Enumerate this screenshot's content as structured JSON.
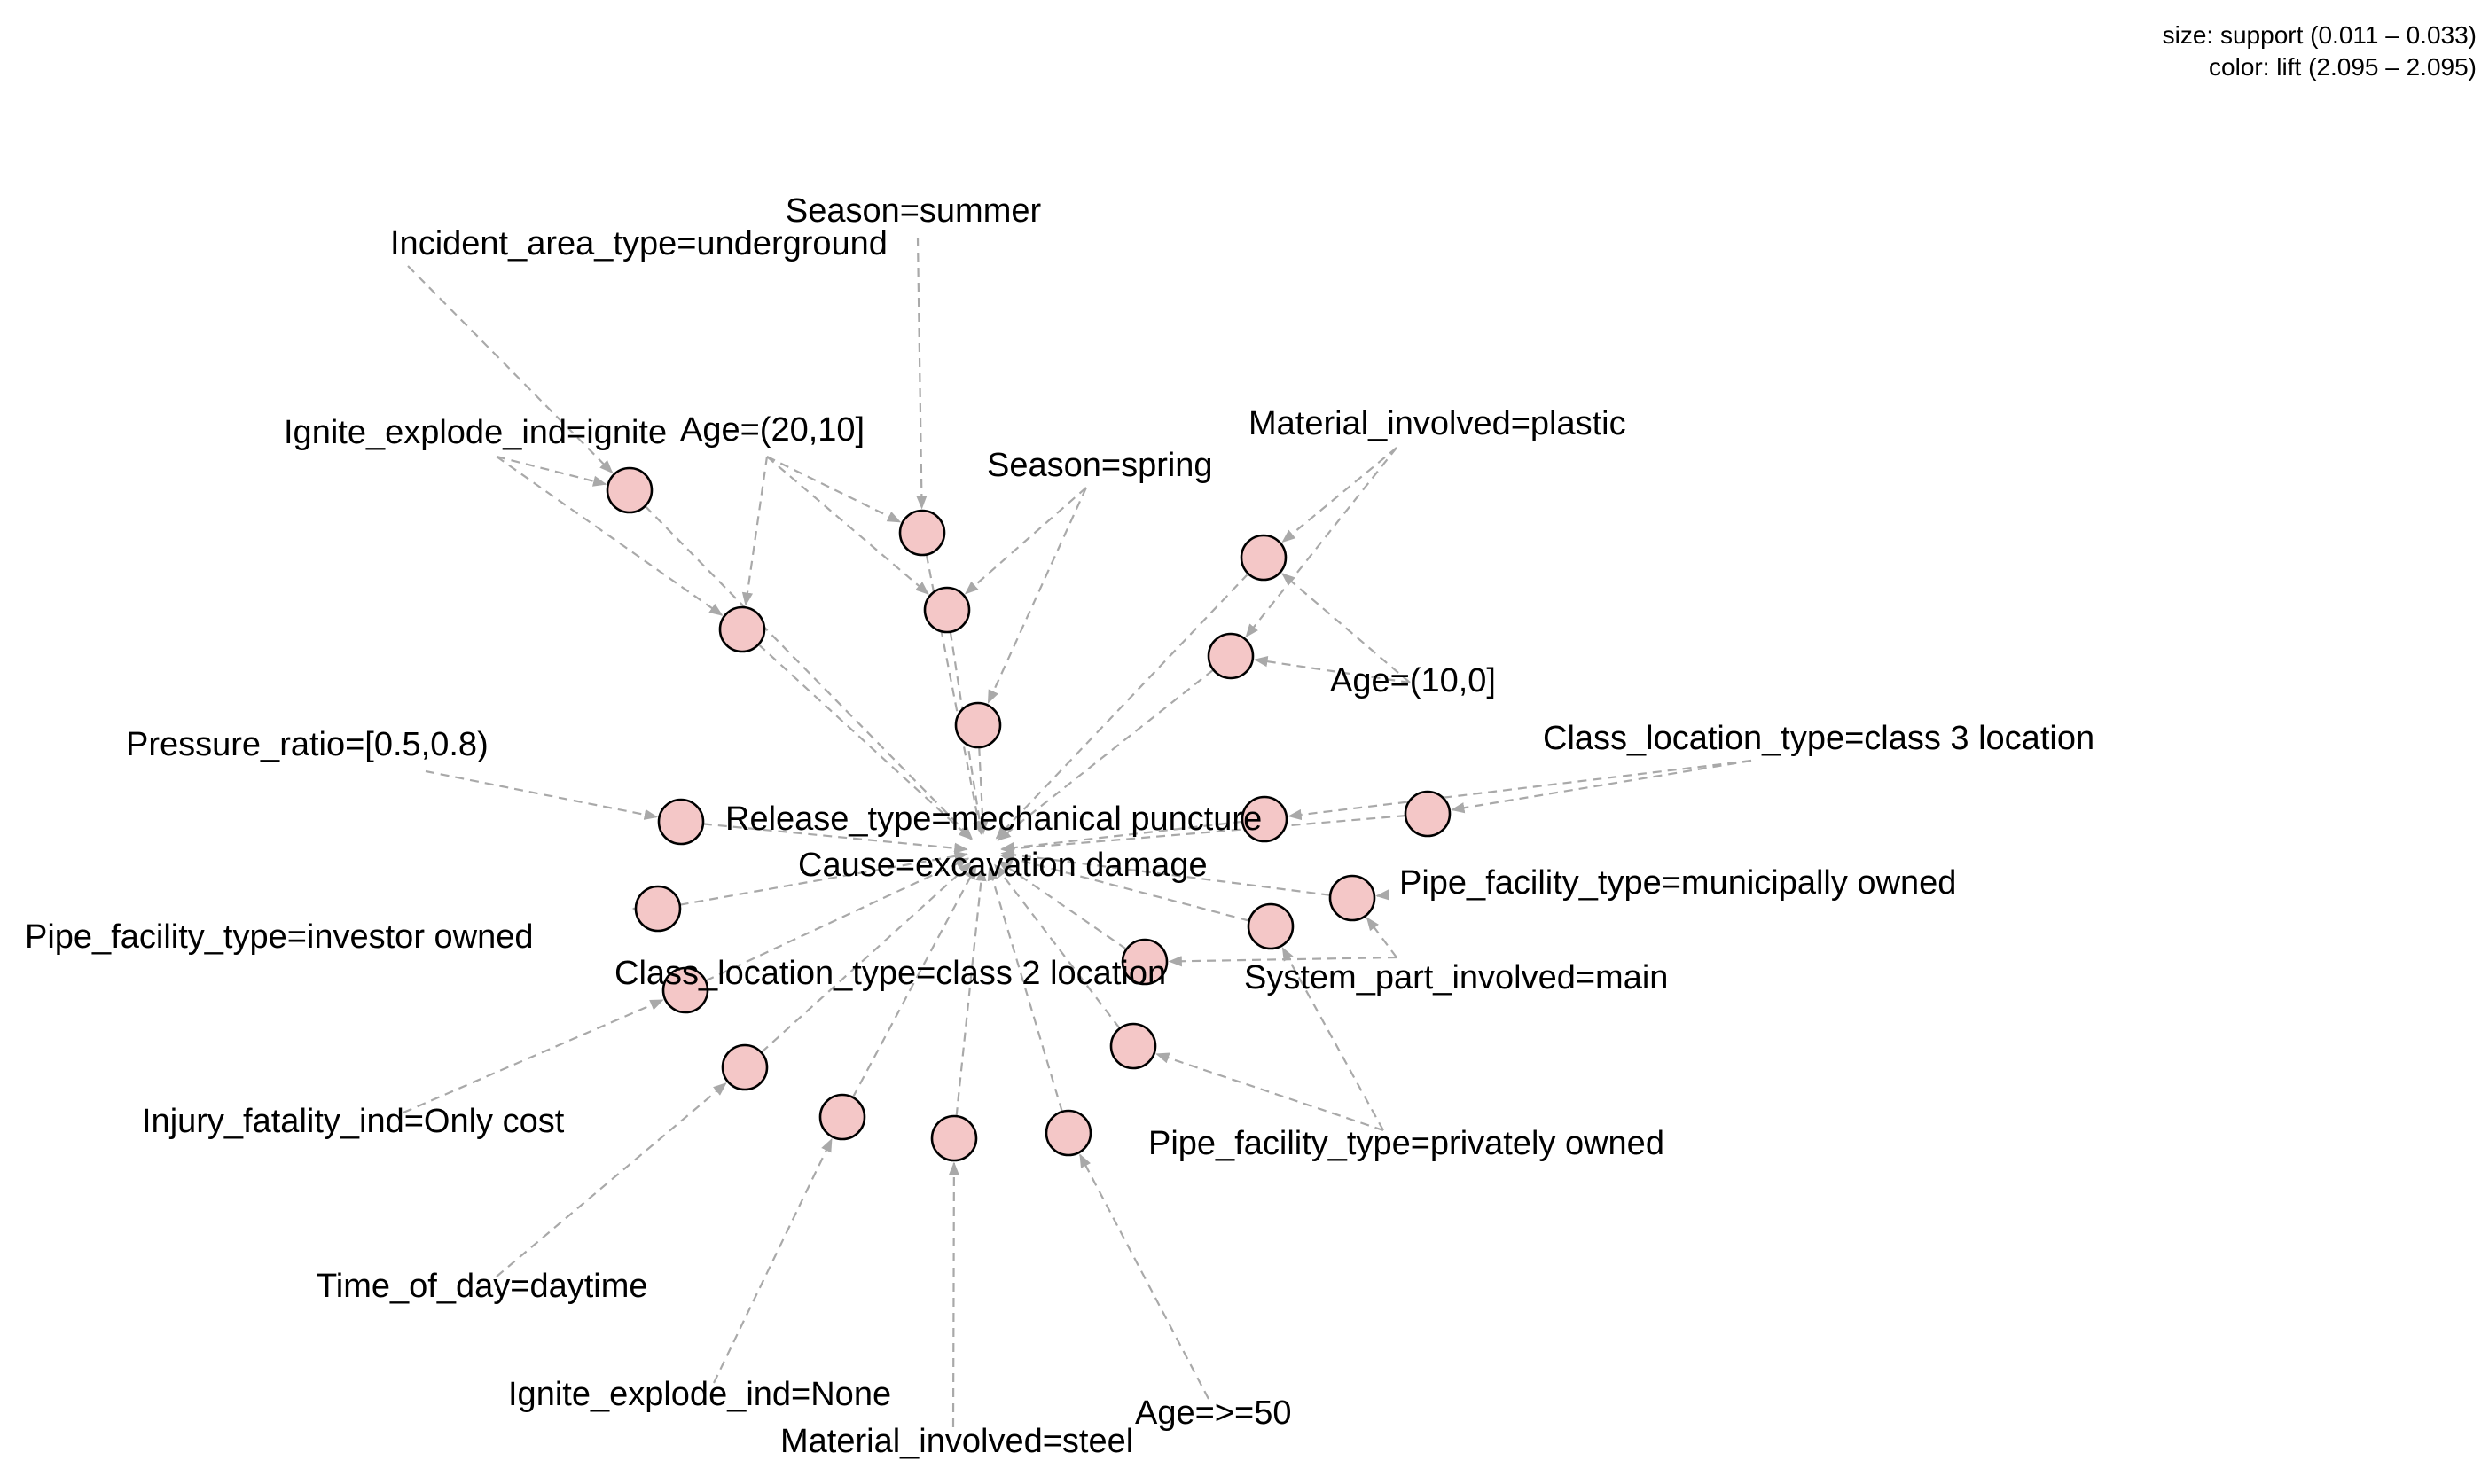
{
  "legend": {
    "size_line": "size: support (0.011 – 0.033)",
    "color_line": "color: lift (2.095 – 2.095)"
  },
  "colors": {
    "node_fill": "#f4c7c7",
    "node_stroke": "#000000",
    "edge": "#a9a9a9"
  },
  "item_labels": [
    "Incident_area_type=underground",
    "Season=summer",
    "Ignite_explode_ind=ignite",
    "Age=(20,10]",
    "Material_involved=plastic",
    "Season=spring",
    "Age=(10,0]",
    "Class_location_type=class 3 location",
    "Pressure_ratio=[0.5,0.8)",
    "Release_type=mechanical puncture",
    "Cause=excavation damage",
    "Pipe_facility_type=municipally owned",
    "Pipe_facility_type=investor owned",
    "Class_location_type=class 2 location",
    "System_part_involved=main",
    "Injury_fatality_ind=Only cost",
    "Pipe_facility_type=privately owned",
    "Time_of_day=daytime",
    "Ignite_explode_ind=None",
    "Age=>=50",
    "Material_involved=steel"
  ],
  "rule_count": 20
}
